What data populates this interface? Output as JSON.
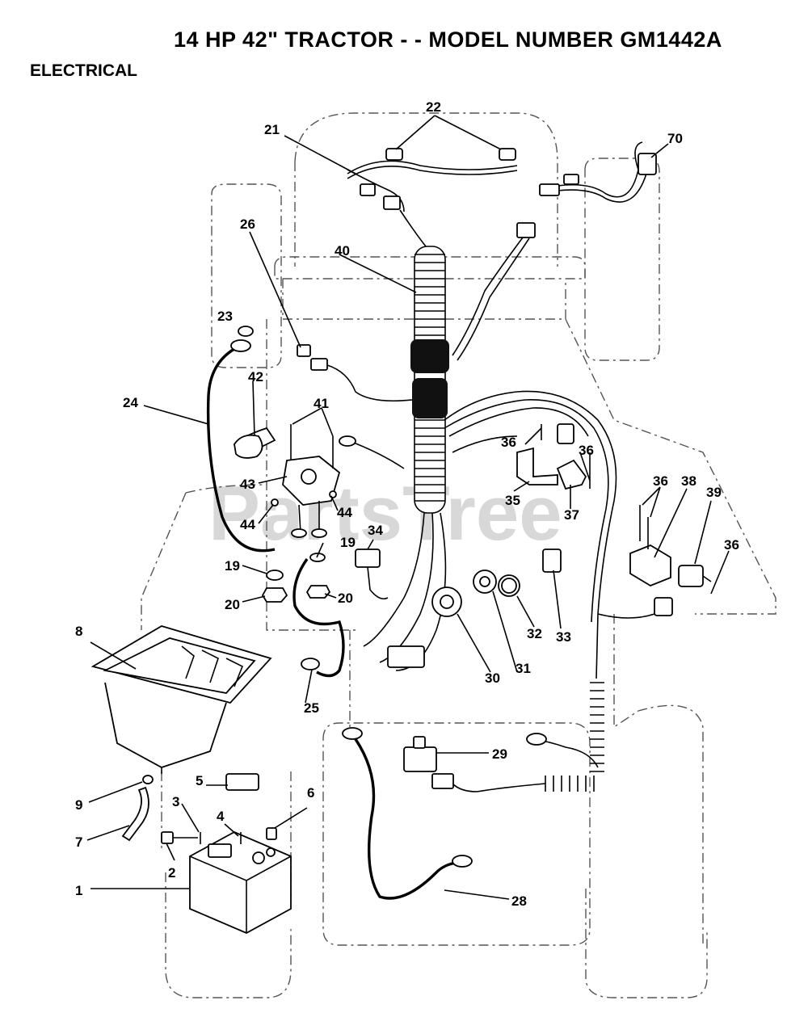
{
  "header": {
    "title": "14 HP 42\" TRACTOR - - MODEL NUMBER GM1442A",
    "section": "ELECTRICAL"
  },
  "watermark": "PartsTree",
  "callouts": {
    "c1": "1",
    "c2": "2",
    "c3": "3",
    "c4": "4",
    "c5": "5",
    "c6": "6",
    "c7": "7",
    "c8": "8",
    "c9": "9",
    "c19a": "19",
    "c19b": "19",
    "c20a": "20",
    "c20b": "20",
    "c21": "21",
    "c22": "22",
    "c23": "23",
    "c24": "24",
    "c25": "25",
    "c26": "26",
    "c28": "28",
    "c29": "29",
    "c30": "30",
    "c31": "31",
    "c32": "32",
    "c33": "33",
    "c34": "34",
    "c35": "35",
    "c36a": "36",
    "c36b": "36",
    "c36c": "36",
    "c36d": "36",
    "c37": "37",
    "c38": "38",
    "c39": "39",
    "c40": "40",
    "c41": "41",
    "c42": "42",
    "c43": "43",
    "c44a": "44",
    "c44b": "44",
    "c70": "70"
  }
}
